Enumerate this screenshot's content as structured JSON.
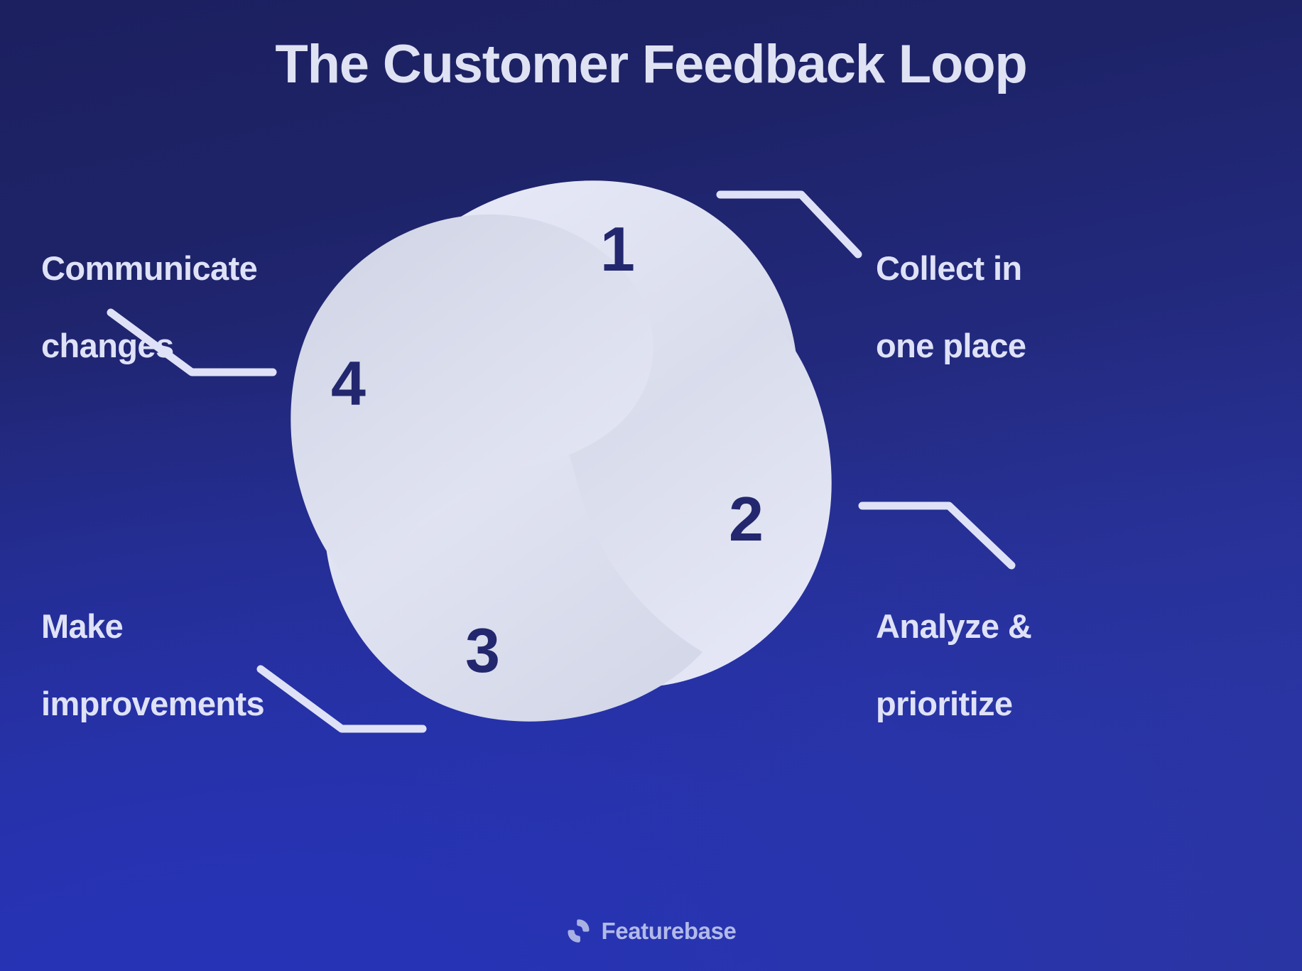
{
  "title": "The Customer Feedback Loop",
  "brand": {
    "name": "Featurebase",
    "icon": "featurebase-pinwheel-logo-icon"
  },
  "colors": {
    "background_dark": "#1c2060",
    "background_bright": "#2835ae",
    "petal_light": "#dfe2f3",
    "petal_shadow": "#cfd3e4",
    "numeral": "#23276e",
    "text": "#dfe2f7",
    "connector": "#dfe2f7",
    "brand_text": "#b2bae8"
  },
  "steps": [
    {
      "number": "1",
      "label": "Collect in\none place",
      "label_line1": "Collect in",
      "label_line2": "one place",
      "position": "top-right"
    },
    {
      "number": "2",
      "label": "Analyze &\nprioritize",
      "label_line1": "Analyze &",
      "label_line2": "prioritize",
      "position": "bottom-right"
    },
    {
      "number": "3",
      "label": "Make\nimprovements",
      "label_line1": "Make",
      "label_line2": "improvements",
      "position": "bottom-left"
    },
    {
      "number": "4",
      "label": "Communicate\nchanges",
      "label_line1": "Communicate",
      "label_line2": "changes",
      "position": "top-left"
    }
  ]
}
